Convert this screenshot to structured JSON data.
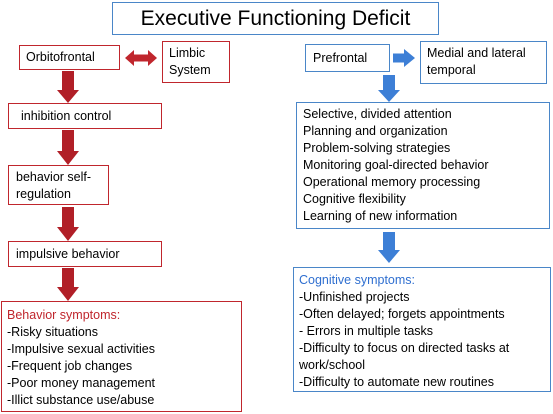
{
  "title": "Executive Functioning Deficit",
  "left": {
    "orbitofrontal": "Orbitofrontal",
    "limbic": [
      "Limbic",
      "System"
    ],
    "inhibition": "inhibition control",
    "self_regulation": [
      "behavior self-",
      "regulation"
    ],
    "impulsive": "impulsive behavior",
    "symptoms_heading": "Behavior symptoms:",
    "symptoms": [
      "-Risky situations",
      "-Impulsive sexual activities",
      "-Frequent job changes",
      "-Poor money management",
      "-Illict substance use/abuse"
    ]
  },
  "right": {
    "prefrontal": "Prefrontal",
    "temporal": [
      "Medial and lateral",
      "temporal"
    ],
    "functions": [
      "Selective, divided attention",
      "Planning and organization",
      "Problem-solving strategies",
      "Monitoring goal-directed behavior",
      "Operational memory processing",
      "Cognitive flexibility",
      "Learning of new information"
    ],
    "symptoms_heading": "Cognitive symptoms:",
    "symptoms": [
      "-Unfinished projects",
      "-Often delayed; forgets appointments",
      "- Errors in multiple tasks",
      "-Difficulty to focus on directed tasks at",
      "work/school",
      "-Difficulty to automate new routines"
    ]
  },
  "colors": {
    "red": "#c0262d",
    "blue": "#4a86c8",
    "cognitive_heading": "#2f6fd0",
    "behavior_heading": "#c0262d"
  }
}
